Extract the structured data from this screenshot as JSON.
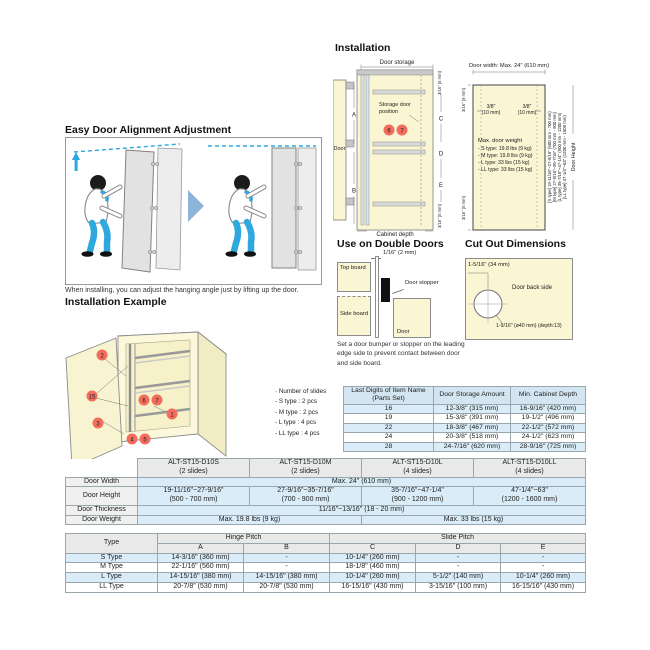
{
  "colors": {
    "accent_salmon": "#F26D5B",
    "accent_blue": "#29A9E0",
    "cream": "#FAF5D2",
    "row_blue": "#D9ECF7",
    "header_gray": "#E9E9E9"
  },
  "easy": {
    "title": "Easy Door Alignment Adjustment",
    "caption": "When installing, you can adjust the hanging angle just by lifting up the door."
  },
  "installation": {
    "title": "Installation",
    "left": {
      "door_storage": "Door storage",
      "storage_lines": [
        "Storage door",
        "position"
      ],
      "door": "Door",
      "cabinet_depth": "Cabinet depth",
      "dims": [
        "A",
        "B",
        "C",
        "D",
        "E"
      ],
      "gap": "3/16\" (5 mm)",
      "badges": [
        "6",
        "7"
      ]
    },
    "right": {
      "door_width": "Door width: Max. 24\" (610 mm)",
      "gap": "3/16\" (5 mm)",
      "side_gap_line1": "3/8\"",
      "side_gap_line2": "(10 mm)",
      "weight_title": "Max. door weight",
      "weights": [
        "- S type: 19.8 lbs (9 kg)",
        "- M type: 19.8 lbs (9 kg)",
        "- L type: 33 lbs (15 kg)",
        "- LL type: 33 lbs (15 kg)"
      ],
      "height_ranges": [
        "[S type] 19-11/16\"~27-9/16\" (500 mm - 700 mm)",
        "[M type] 27-9/16\"~35-7/16\" (700 mm - 900 mm)",
        "[L type] 35-7/16\"~47-1/4\" (900 mm - 1200 mm)",
        "[LL type] 47-1/4\"~63\" (1200 mm - 1600 mm)"
      ],
      "door_height": "Door Height"
    }
  },
  "double_doors": {
    "title": "Use on Double Doors",
    "gap": "1/16\" (2 mm)",
    "top_board": "Top board",
    "side_board": "Side board",
    "door": "Door",
    "door_stopper": "Door stopper",
    "caption": "Set a door bumper or stopper on the leading edge side to prevent contact between door and side board."
  },
  "cut_out": {
    "title": "Cut Out Dimensions",
    "offset": "1-5/16\" (34 mm)",
    "door_back": "Door back side",
    "hole": "1-9/16\" (ø40 mm) (depth:13)"
  },
  "example": {
    "title": "Installation Example",
    "badges": [
      "1",
      "2",
      "3",
      "4",
      "5",
      "6",
      "7",
      "15"
    ]
  },
  "slides_note": {
    "title": "· Number of slides",
    "items": [
      "- S type : 2 pcs",
      "- M type : 2 pcs",
      "- L type : 4 pcs",
      "- LL type : 4 pcs"
    ]
  },
  "parts_table": {
    "headers": [
      "Last Digits of Item Name (Parts Set)",
      "Door Storage Amount",
      "Min. Cabinet Depth"
    ],
    "rows": [
      [
        "16",
        "12-3/8\" (315 mm)",
        "16-9/16\" (420 mm)"
      ],
      [
        "19",
        "15-3/8\" (391 mm)",
        "19-1/2\" (496 mm)"
      ],
      [
        "22",
        "18-3/8\" (467 mm)",
        "22-1/2\" (572 mm)"
      ],
      [
        "24",
        "20-3/8\" (518 mm)",
        "24-1/2\" (623 mm)"
      ],
      [
        "28",
        "24-7/16\" (620 mm)",
        "28-9/16\" (725 mm)"
      ]
    ]
  },
  "spec_table": {
    "models": [
      "ALT-ST15-D10S\n(2 slides)",
      "ALT-ST15-D10M\n(2 slides)",
      "ALT-ST15-D10L\n(4 slides)",
      "ALT-ST15-D10LL\n(4 slides)"
    ],
    "row_labels": [
      "Door Width",
      "Door Height",
      "Door Thickness",
      "Door Weight"
    ],
    "door_width": "Max. 24\" (610 mm)",
    "door_heights": [
      "19-11/16\"~27-9/16\"\n(500 - 700 mm)",
      "27-9/16\"~35-7/16\"\n(700 - 900 mm)",
      "35-7/16\"~47-1/4\"\n(900 - 1200 mm)",
      "47-1/4\"~63\"\n(1200 - 1600 mm)"
    ],
    "door_thickness": "11/16\"~13/16\" (18 - 20 mm)",
    "door_weights": [
      "Max. 19.8 lbs (9 kg)",
      "Max. 33 lbs (15 kg)"
    ]
  },
  "pitch_table": {
    "type_header": "Type",
    "group_headers": [
      "Hinge Pitch",
      "Slide Pitch"
    ],
    "col_headers": [
      "A",
      "B",
      "C",
      "D",
      "E"
    ],
    "rows": [
      [
        "S Type",
        "14-3/16\" (360 mm)",
        "-",
        "10-1/4\" (260 mm)",
        "-",
        "-"
      ],
      [
        "M Type",
        "22-1/16\" (560 mm)",
        "-",
        "18-1/8\" (460 mm)",
        "-",
        "-"
      ],
      [
        "L Type",
        "14-15/16\" (380 mm)",
        "14-15/16\" (380 mm)",
        "10-1/4\" (260 mm)",
        "5-1/2\" (140 mm)",
        "10-1/4\" (260 mm)"
      ],
      [
        "LL Type",
        "20-7/8\" (530 mm)",
        "20-7/8\" (530 mm)",
        "16-15/16\" (430 mm)",
        "3-15/16\" (100 mm)",
        "16-15/16\" (430 mm)"
      ]
    ]
  }
}
